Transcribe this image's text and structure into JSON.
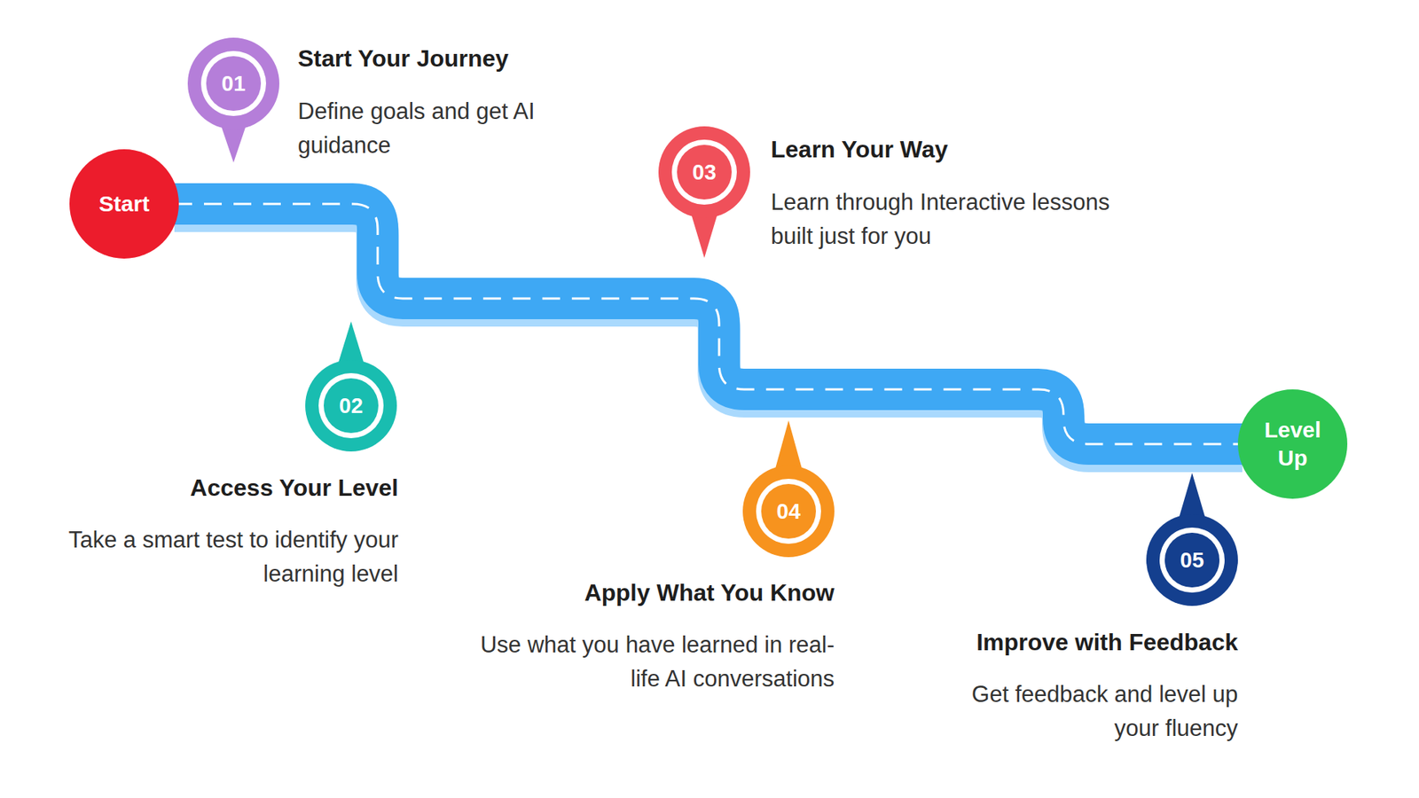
{
  "diagram": {
    "nodes": [
      {
        "text": [
          "Start"
        ]
      },
      {
        "text": [
          "01",
          "Start Your Journey",
          "Define goals and get AI guidance"
        ]
      },
      {
        "text": [
          "02",
          "Access Your Level",
          "Take a smart test to identify your learning level"
        ]
      },
      {
        "text": [
          "03",
          "Learn Your Way",
          "Learn through Interactive lessons built just for you"
        ]
      },
      {
        "text": [
          "04",
          "Apply What You Know",
          "Use what you have learned in real-life AI conversations"
        ]
      },
      {
        "text": [
          "05",
          "Improve with Feedback",
          "Get feedback and level up your fluency"
        ]
      },
      {
        "text": [
          "Level Up"
        ]
      }
    ],
    "edges": [
      {
        "from": 0,
        "to": 6,
        "arrow": "none"
      }
    ]
  }
}
